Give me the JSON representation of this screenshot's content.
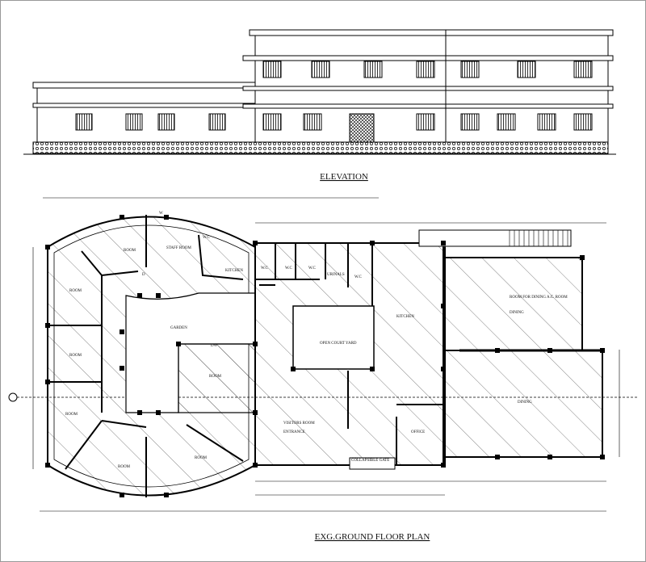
{
  "titles": {
    "elevation": "ELEVATION",
    "plan": "EXG.GROUND FLOOR PLAN"
  },
  "rooms": {
    "room_nw": "ROOM",
    "staff_room": "STAFF ROOM",
    "wc_left": "W.C",
    "kitchen_left": "KITCHEN",
    "room_w1": "ROOM",
    "room_w2": "ROOM",
    "room_w3": "ROOM",
    "garden": "GARDEN",
    "room_center": "ROOM",
    "room_sw": "ROOM",
    "room_se": "ROOM",
    "wc1": "W.C",
    "wc2": "W.C",
    "wc3": "W.C",
    "urinals": "URINALS",
    "wc4": "W.C",
    "open_court": "OPEN COURT YARD",
    "kitchen_mid": "KITCHEN",
    "visitors": "VISITORS ROOM",
    "entrance": "ENTRANCE",
    "office": "OFFICE",
    "collapsible_gate": "COLLAPSIBLE GATE",
    "room_ac": "ROOM FOR DINING A.C. ROOM",
    "dining_upper": "DINING",
    "dining_lower": "DINING"
  },
  "marks": {
    "door": "D",
    "window": "W",
    "dw": "DW"
  },
  "colors": {
    "line": "#000000",
    "hatch": "#333333",
    "background": "#ffffff"
  }
}
